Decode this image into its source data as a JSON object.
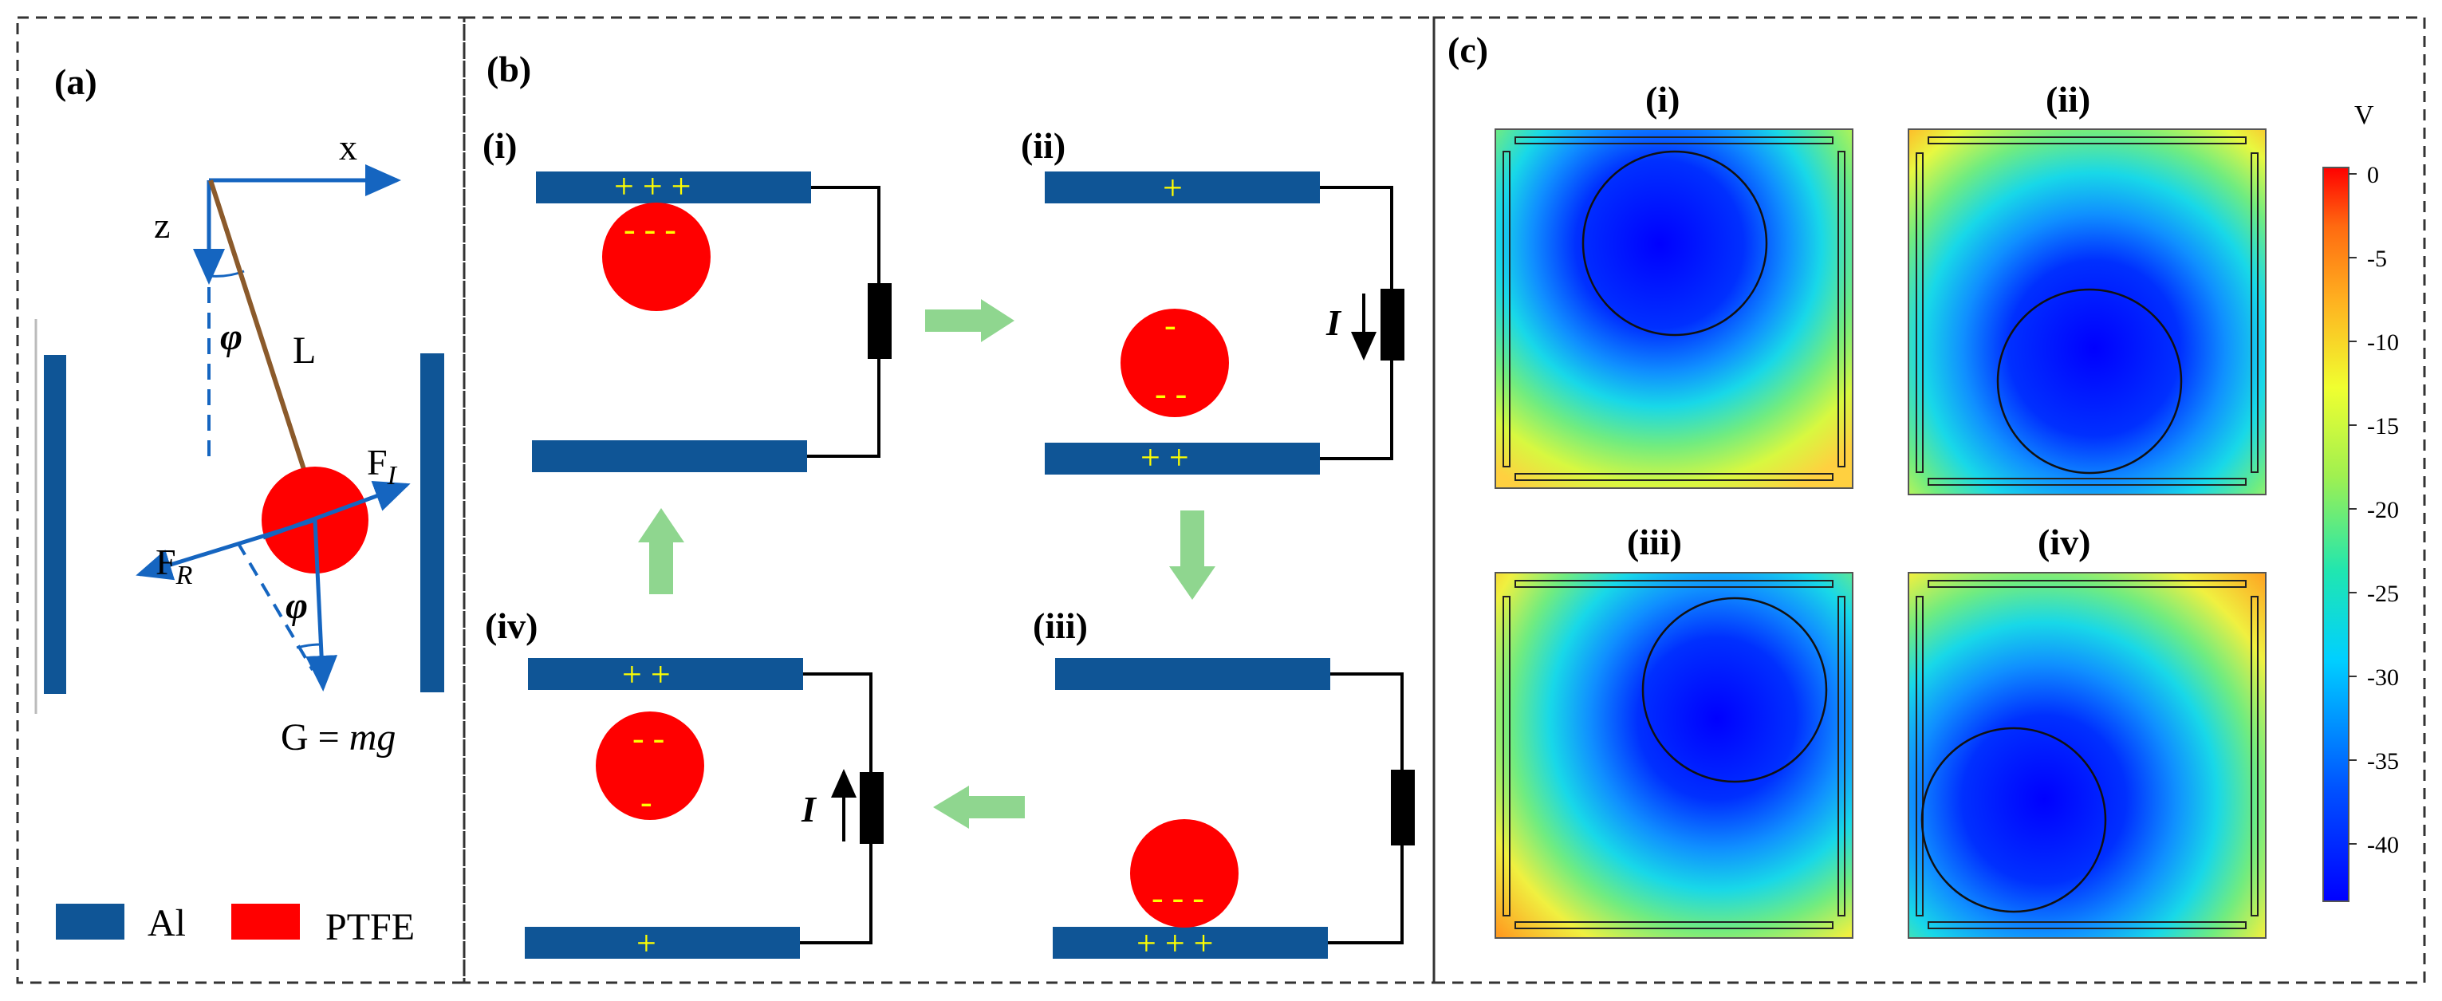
{
  "colors": {
    "al_blue": "#0f5596",
    "ptfe_red": "#ff0000",
    "arrow_blue": "#1565c0",
    "string_brown": "#8b5a2b",
    "green_arrow": "#8fd68f",
    "charge_yellow": "#ffff00",
    "border_dash": "#333333"
  },
  "panel_a": {
    "label": "(a)",
    "axis_x": "x",
    "axis_z": "z",
    "angle_symbol": "φ",
    "length_label": "L",
    "force_i": "F",
    "force_i_sub": "I",
    "force_r": "F",
    "force_r_sub": "R",
    "gravity_lhs": "G = ",
    "gravity_rhs": "mg",
    "legend_al": "Al",
    "legend_ptfe": "PTFE"
  },
  "panel_b": {
    "label": "(b)",
    "stages": [
      {
        "label": "(i)",
        "top_charge": "+ + +",
        "bottom_charge": "",
        "ball_charge_top": "- - -",
        "ball_charge_bottom": "",
        "current": ""
      },
      {
        "label": "(ii)",
        "top_charge": "+",
        "bottom_charge": "+ +",
        "ball_charge_top": "-",
        "ball_charge_bottom": "- -",
        "current": "I"
      },
      {
        "label": "(iii)",
        "top_charge": "",
        "bottom_charge": "+ + +",
        "ball_charge_top": "",
        "ball_charge_bottom": "- - -",
        "current": ""
      },
      {
        "label": "(iv)",
        "top_charge": "+ +",
        "bottom_charge": "+",
        "ball_charge_top": "- -",
        "ball_charge_bottom": "-",
        "current": "I"
      }
    ]
  },
  "panel_c": {
    "label": "(c)",
    "subplots": [
      "(i)",
      "(ii)",
      "(iii)",
      "(iv)"
    ],
    "colorbar_unit": "V",
    "colorbar_ticks": [
      "0",
      "-5",
      "-10",
      "-15",
      "-20",
      "-25",
      "-30",
      "-35",
      "-40"
    ]
  }
}
